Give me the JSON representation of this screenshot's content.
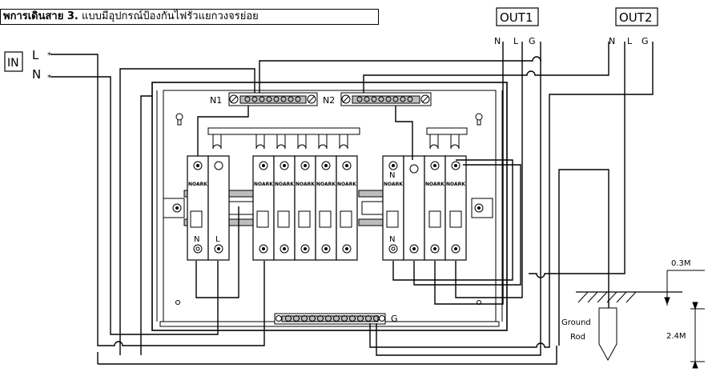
{
  "title": {
    "bold": "พการเดินสาย 3.",
    "rest": " แบบมีอุปกรณ์ป้องกันไฟรั่วแยกวงจรย่อย"
  },
  "labels": {
    "in": "IN",
    "in_L": "L",
    "in_N": "N",
    "out1": "OUT1",
    "out2": "OUT2",
    "out_n": "N",
    "out_l": "L",
    "out_g": "G",
    "n1": "N1",
    "n2": "N2",
    "g": "G",
    "rcd_n": "N",
    "rcd_l": "L",
    "brand": "NOARK",
    "ground1": "Ground",
    "ground2": "Rod",
    "dim1": "0.3M",
    "dim2": "2.4M"
  },
  "colors": {
    "line": "#000000",
    "rail": "#bdbdbd"
  }
}
